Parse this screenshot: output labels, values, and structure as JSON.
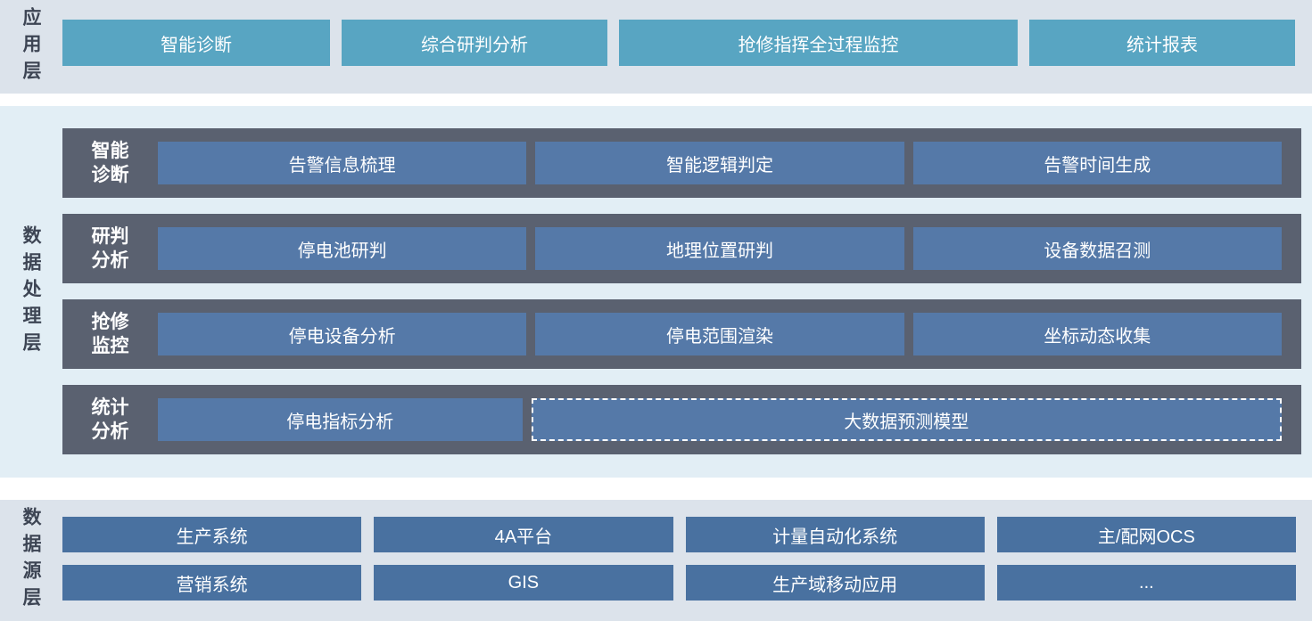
{
  "colors": {
    "app_band_bg": "#dce3eb",
    "processing_band_bg": "#e2eef5",
    "source_band_bg": "#dce3eb",
    "app_block": "#58a5c2",
    "row_container": "#5a6170",
    "processing_block": "#5579a8",
    "processing_block_dashed_border": "#ffffff",
    "source_block": "#4971a0",
    "layer_label_text": "#3d4554",
    "block_text": "#ffffff"
  },
  "app_layer": {
    "label": "应用层",
    "buttons": [
      "智能诊断",
      "综合研判分析",
      "抢修指挥全过程监控",
      "统计报表"
    ]
  },
  "processing_layer": {
    "label": "数据处理层",
    "rows": [
      {
        "label": "智能诊断",
        "items": [
          "告警信息梳理",
          "智能逻辑判定",
          "告警时间生成"
        ]
      },
      {
        "label": "研判分析",
        "items": [
          "停电池研判",
          "地理位置研判",
          "设备数据召测"
        ]
      },
      {
        "label": "抢修监控",
        "items": [
          "停电设备分析",
          "停电范围渲染",
          "坐标动态收集"
        ]
      },
      {
        "label": "统计分析",
        "items": [
          "停电指标分析"
        ],
        "wide_item": "大数据预测模型"
      }
    ]
  },
  "source_layer": {
    "label": "数据源层",
    "rows": [
      [
        "生产系统",
        "4A平台",
        "计量自动化系统",
        "主/配网OCS"
      ],
      [
        "营销系统",
        "GIS",
        "生产域移动应用",
        "..."
      ]
    ]
  }
}
